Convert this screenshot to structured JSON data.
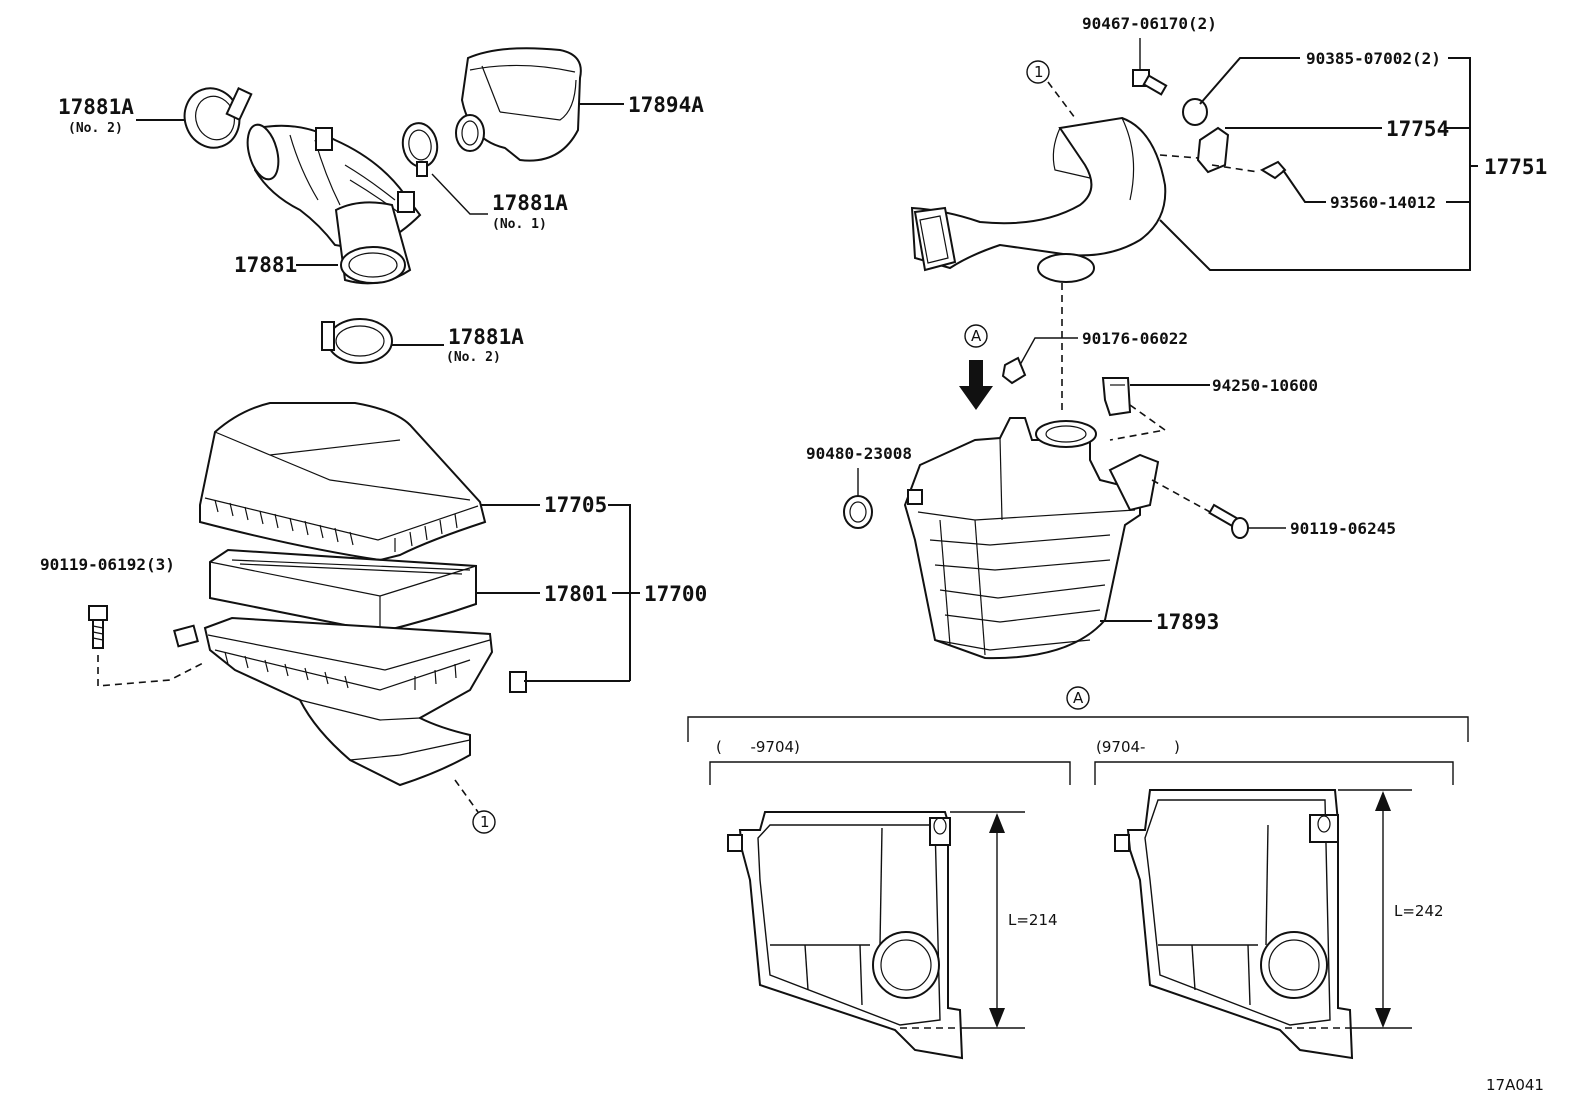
{
  "labels": {
    "p17881A_no2_top": "17881A",
    "p17881A_no2_top_sub": "(No. 2)",
    "p17894A": "17894A",
    "p17881A_no1": "17881A",
    "p17881A_no1_sub": "(No. 1)",
    "p17881": "17881",
    "p17881A_no2_bottom": "17881A",
    "p17881A_no2_bottom_sub": "(No. 2)",
    "p17705": "17705",
    "p17801": "17801",
    "p17700": "17700",
    "p90119_06192": "90119-06192(3)",
    "circle1_left": "1",
    "p90467": "90467-06170(2)",
    "p90385": "90385-07002(2)",
    "p17754": "17754",
    "p17751": "17751",
    "p93560": "93560-14012",
    "circle1_right": "1",
    "circleA_top": "A",
    "p90176": "90176-06022",
    "p94250": "94250-10600",
    "p90480": "90480-23008",
    "p90119_06245": "90119-06245",
    "p17893": "17893",
    "circleA_detail": "A",
    "range_left": "(      -9704)",
    "range_right": "(9704-      )",
    "len_left": "L=214",
    "len_right": "L=242",
    "diagram_code": "17A041"
  }
}
